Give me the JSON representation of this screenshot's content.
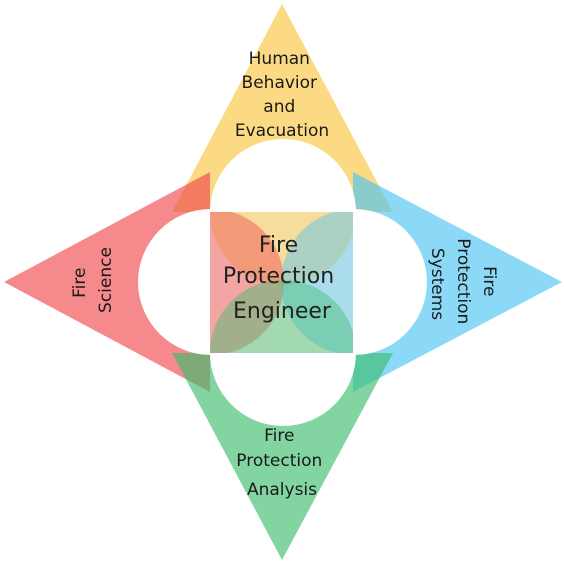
{
  "center": {
    "lines": [
      "Fire",
      "Protection",
      "Engineer"
    ]
  },
  "triangles": {
    "top": {
      "lines": [
        "Human",
        "Behavior",
        "and",
        "Evacuation"
      ],
      "color": "#f9c640"
    },
    "left": {
      "lines": [
        "Fire",
        "Science"
      ],
      "color": "#f04a4f"
    },
    "right": {
      "lines": [
        "Fire",
        "Protection",
        "Systems"
      ],
      "color": "#4fc4f2"
    },
    "bottom": {
      "lines": [
        "Fire",
        "Protection",
        "Analysis"
      ],
      "color": "#3fbd6e"
    }
  }
}
